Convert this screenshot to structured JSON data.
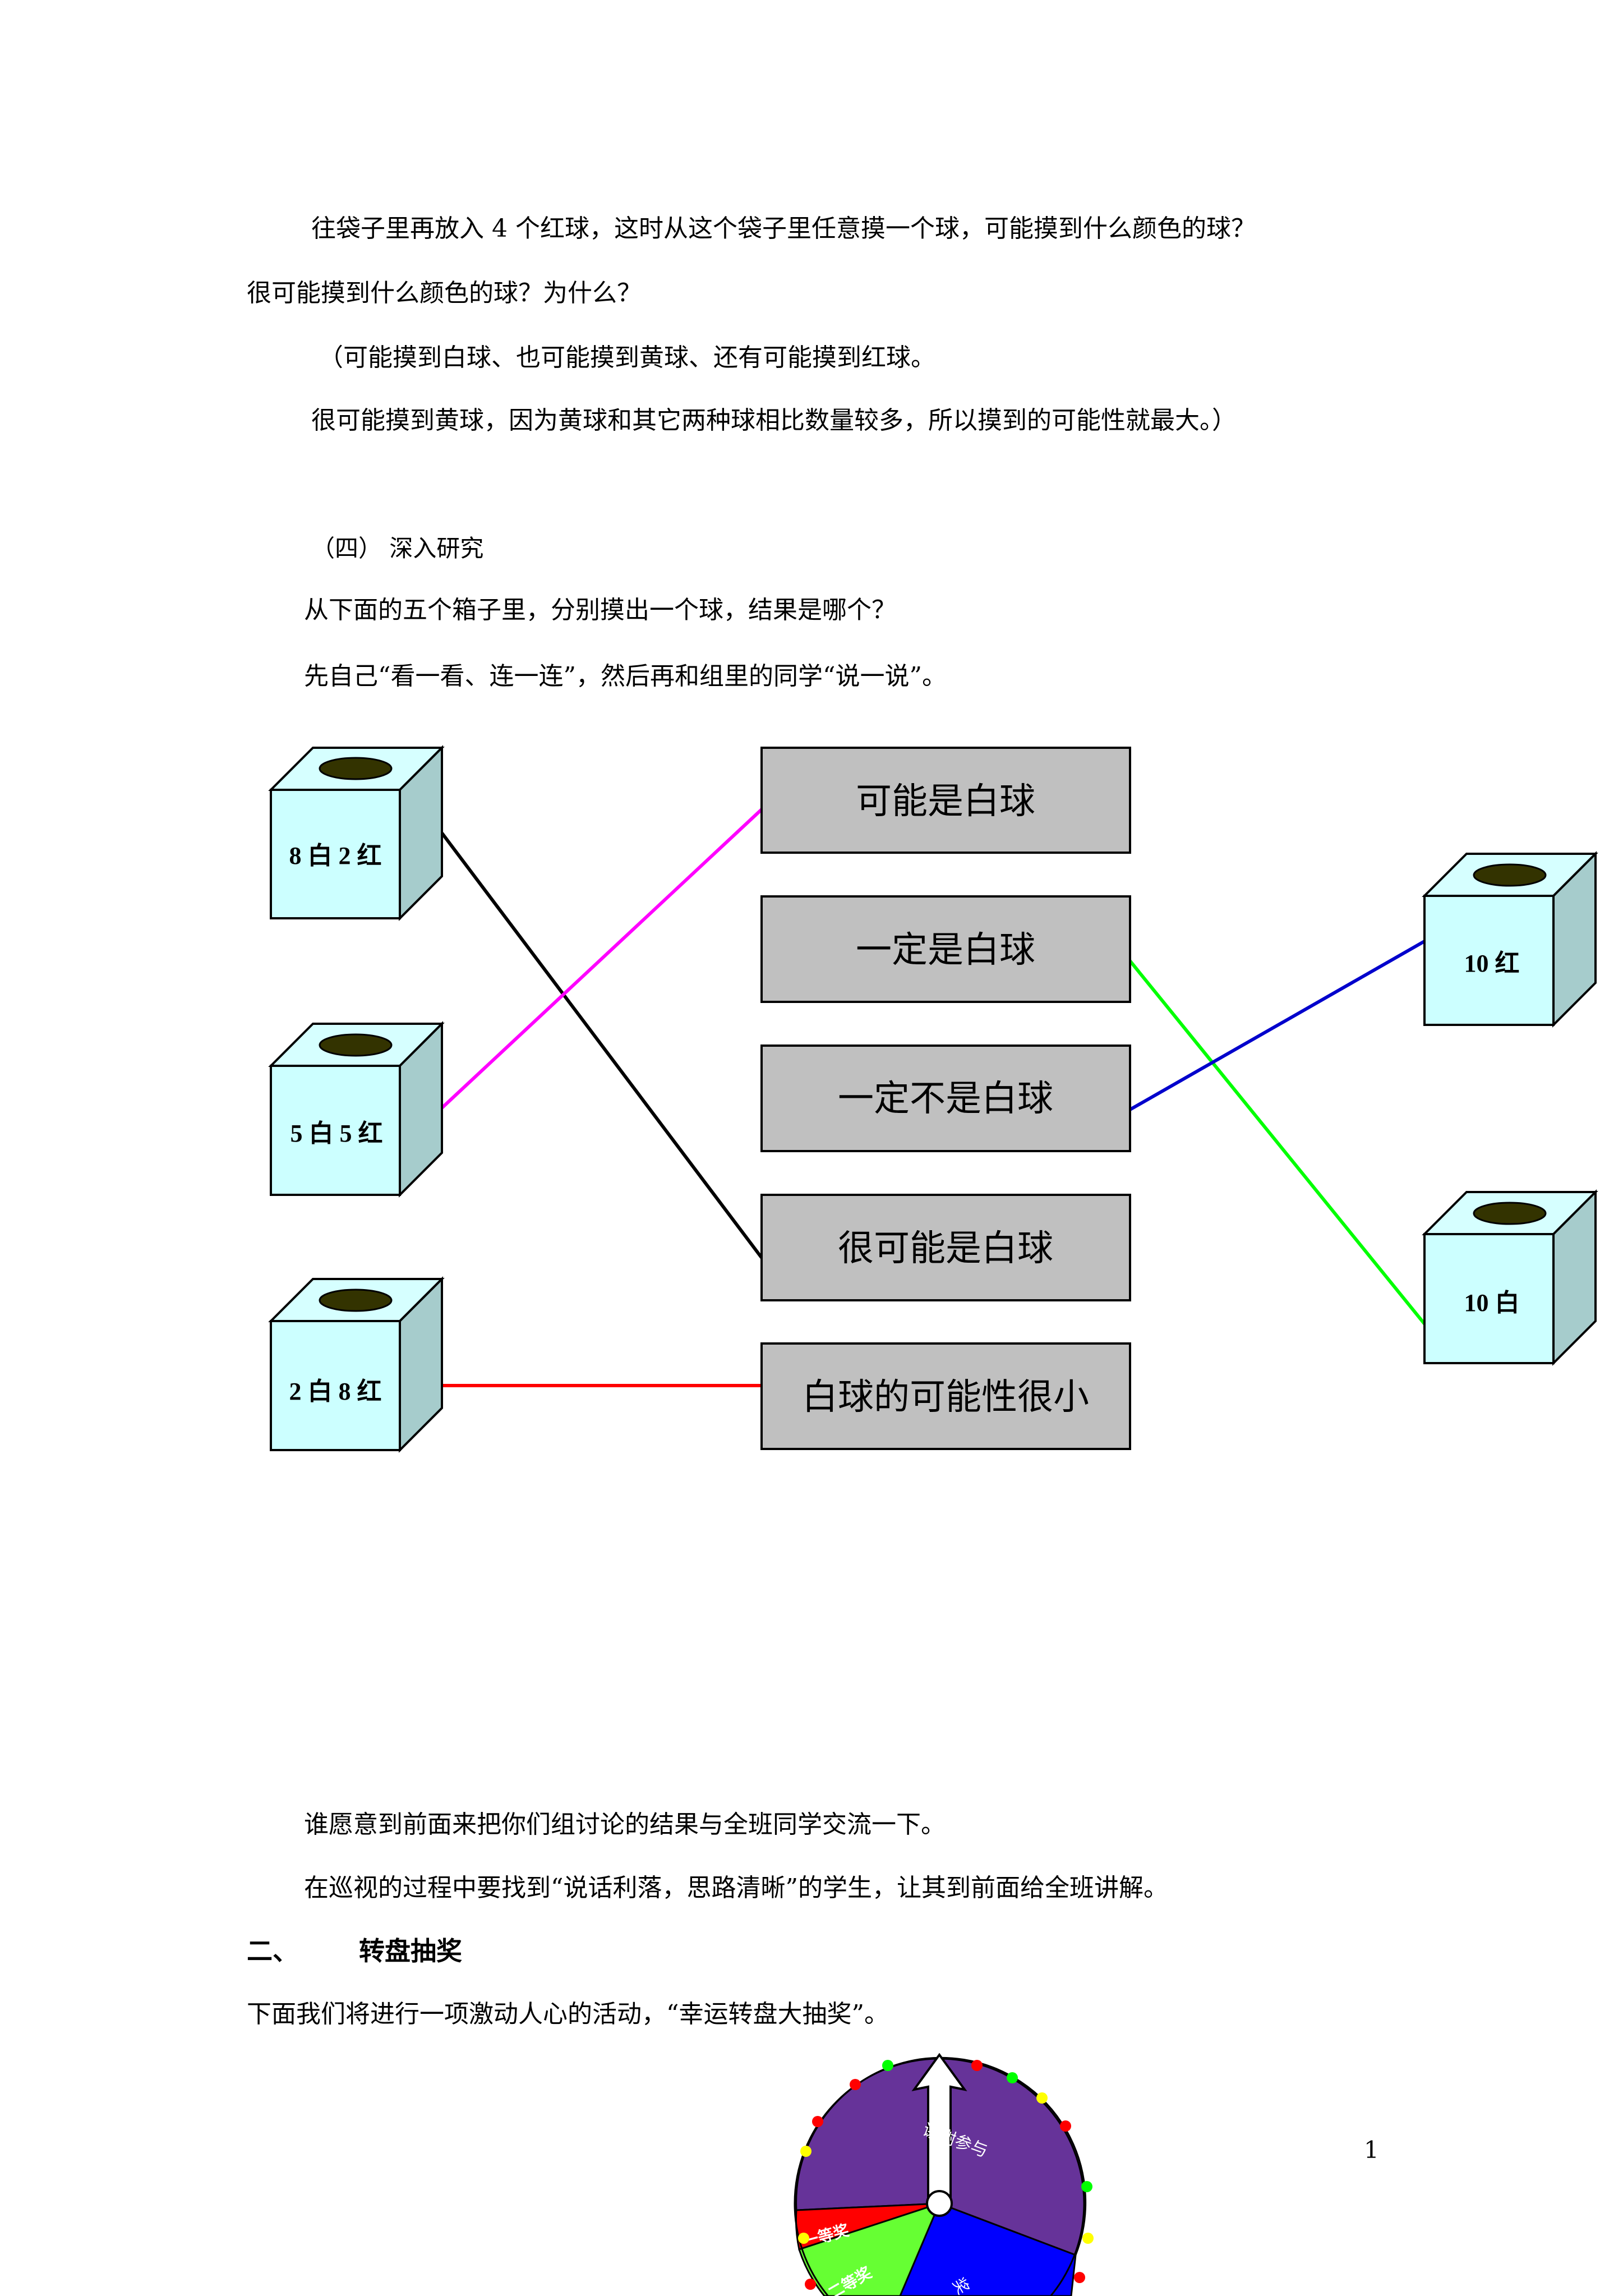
{
  "paragraphs": {
    "p1a": "往袋子里再放入 4 个红球，这时从这个袋子里任意摸一个球，可能摸到什么颜色的球？",
    "p1b": "很可能摸到什么颜色的球？为什么？",
    "p2": "（可能摸到白球、也可能摸到黄球、还有可能摸到红球。",
    "p3": "很可能摸到黄球，因为黄球和其它两种球相比数量较多，所以摸到的可能性就最大。）",
    "section4_heading": "（四）  深入研究",
    "p4": "从下面的五个箱子里，分别摸出一个球，结果是哪个？",
    "p5": "先自己“看一看、连一连”，然后再和组里的同学“说一说”。",
    "p6": "谁愿意到前面来把你们组讨论的结果与全班同学交流一下。",
    "p7": "在巡视的过程中要找到“说话利落，思路清晰”的学生，让其到前面给全班讲解。",
    "section2_num": "二、",
    "section2_title": "转盘抽奖",
    "p8": "下面我们将进行一项激动人心的活动，“幸运转盘大抽奖”。"
  },
  "boxes": {
    "left": [
      "8 白 2 红",
      "5 白 5 红",
      "2 白 8 红"
    ],
    "right": [
      "10 红",
      "10 白"
    ]
  },
  "results": [
    "可能是白球",
    "一定是白球",
    "一定不是白球",
    "很可能是白球",
    "白球的可能性很小"
  ],
  "colors": {
    "box_front": "#ccffff",
    "box_side": "#a6cccc",
    "box_top": "#d6ffff",
    "result_fill": "#c0c0c0",
    "line_black": "#000000",
    "line_magenta": "#ff00ff",
    "line_red": "#ff0000",
    "line_green": "#00ff00",
    "line_blue": "#0000cc",
    "wheel_purple": "#663399",
    "wheel_red": "#ff0000",
    "wheel_green": "#66ff33",
    "wheel_blue": "#0000ff"
  },
  "wheel": {
    "labels": [
      "谢谢参与",
      "一等奖",
      "二等奖",
      "奖"
    ]
  },
  "page_number": "1"
}
